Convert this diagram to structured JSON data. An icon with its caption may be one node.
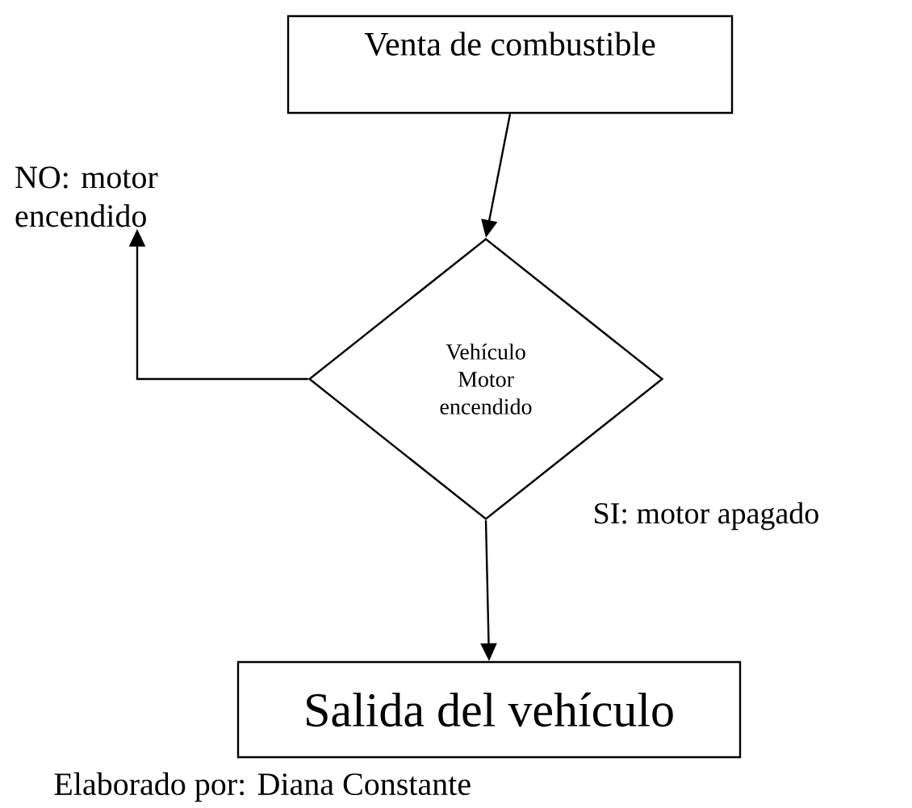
{
  "diagram": {
    "caption": "Elaborado por: Diana Constante",
    "nodes": [
      {
        "text": [
          "Venta de combustible"
        ]
      },
      {
        "text": [
          "Vehículo Motor encendido"
        ]
      },
      {
        "text": [
          "Salida del vehículo"
        ]
      },
      {
        "text": [
          "NO: motor encendido"
        ]
      }
    ],
    "edges": [
      {
        "from": 0,
        "to": 1,
        "arrow": "to"
      },
      {
        "from": 1,
        "to": 2,
        "arrow": "to",
        "label": "SI: motor apagado"
      },
      {
        "from": 1,
        "to": 3,
        "arrow": "to"
      }
    ]
  }
}
